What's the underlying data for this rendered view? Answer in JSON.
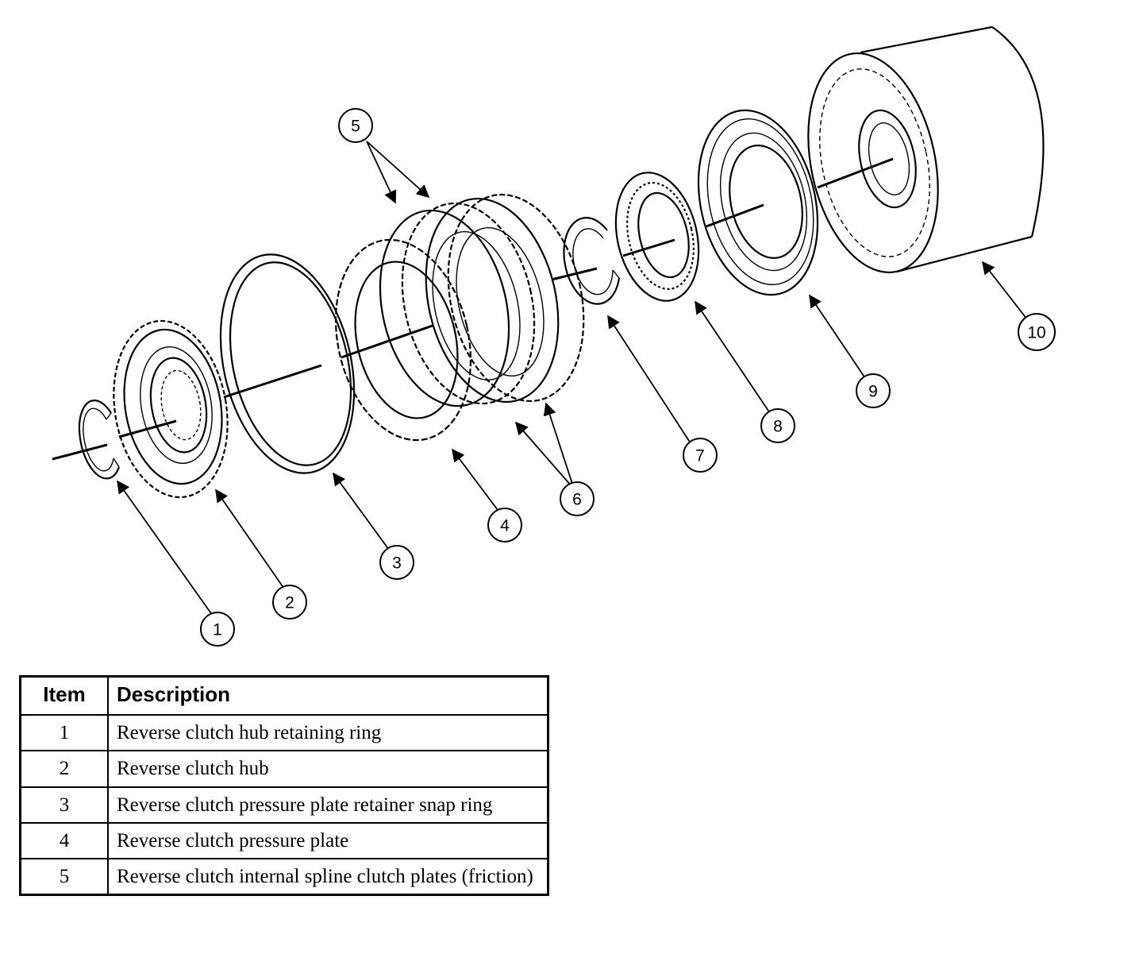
{
  "callouts": [
    "1",
    "2",
    "3",
    "4",
    "5",
    "6",
    "7",
    "8",
    "9",
    "10"
  ],
  "legend": {
    "headers": {
      "item": "Item",
      "description": "Description"
    },
    "rows": [
      {
        "item": "1",
        "description": "Reverse clutch hub retaining ring"
      },
      {
        "item": "2",
        "description": "Reverse clutch hub"
      },
      {
        "item": "3",
        "description": "Reverse clutch pressure plate retainer snap ring"
      },
      {
        "item": "4",
        "description": "Reverse clutch pressure plate"
      },
      {
        "item": "5",
        "description": "Reverse clutch internal spline clutch plates (friction)"
      }
    ]
  }
}
